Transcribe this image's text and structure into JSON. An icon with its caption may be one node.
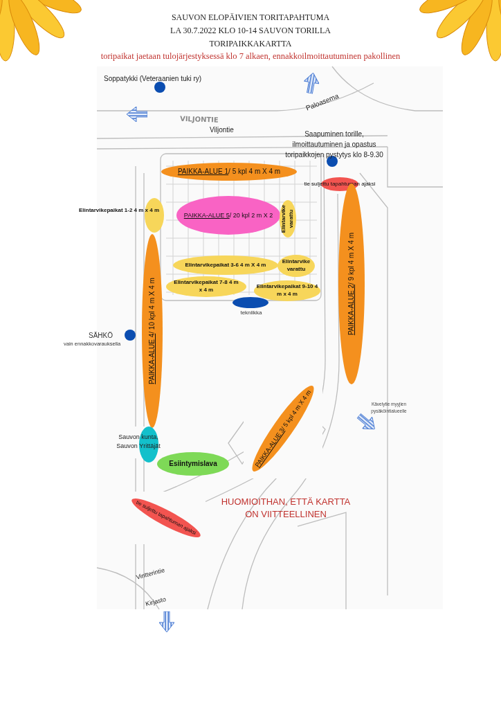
{
  "diagram": {
    "title": "SAUVON ELOPÄIVIEN TORITAPAHTUMA",
    "nodes": [
      {
        "text": [],
        "shape": "circle",
        "beside": [
          "Soppatykki (Veteraanien tuki ry)"
        ]
      },
      {
        "text": [],
        "shape": "circle",
        "beside": [
          "Saapuminen torille, ilmoittautuminen ja opastus toripaikkojen pystytys klo 8-9.30"
        ]
      },
      {
        "text": [
          "PAIKKA-ALUE 1",
          "/ 5 kpl 4 m X 4 m"
        ]
      },
      {
        "text": [
          "tie suljettu tapahtuman ajaksi"
        ]
      },
      {
        "text": [],
        "shape": "ellipse",
        "beside": [
          "Elintarvikepaikat 1-2 4 m x 4 m"
        ]
      },
      {
        "text": [
          "PAIKKA-ALUE 5",
          "/ 20 kpl 2 m X 2"
        ]
      },
      {
        "text": [
          "Elintarvike varattu"
        ]
      },
      {
        "text": [
          "PAIKKA-ALUE 2",
          "/ 9 kpl 4 m X 4 m"
        ]
      },
      {
        "text": [
          "Elintarvikepaikat 3-6 4 m X 4 m"
        ]
      },
      {
        "text": [
          "Elintarvike varattu"
        ]
      },
      {
        "text": [
          "Elintarvikepaikat 7-8 4 m x 4 m"
        ]
      },
      {
        "text": [
          "Elintarvikepaikat 9-10 4 m x 4 m"
        ]
      },
      {
        "text": [],
        "shape": "ellipse",
        "beside": [
          "tekniikka"
        ]
      },
      {
        "text": [
          "PAIKKA-ALUE 4",
          "/ 10 kpl 4 m X 4 m"
        ]
      },
      {
        "text": [],
        "shape": "circle",
        "beside": [
          "SÄHKÖ",
          "vain ennakkovarauksella"
        ]
      },
      {
        "text": [
          "PAIKKA-ALUE 3",
          "/ 5 kpl 4 m X 4 m"
        ]
      },
      {
        "text": [],
        "shape": "ellipse",
        "beside": [
          "Sauvon kunta, Sauvon Yrittäjät"
        ]
      },
      {
        "text": [
          "Esiintymislava"
        ]
      },
      {
        "text": [
          "tie suljettu tapahtuman ajaksi"
        ]
      }
    ],
    "labels": [
      "LA 30.7.2022 KLO 10-14 SAUVON TORILLA",
      "TORIPAIKKAKARTTA",
      "toripaikat jaetaan tulojärjestyksessä klo 7 alkaen, ennakkoilmoittautuminen pakollinen",
      "Paloasema",
      "VILJONTIE",
      "Viljontie",
      "Kävelytie myyjien pysäköintialueelle",
      "HUOMIOITHAN, ETTÄ KARTTA ON VIITTEELLINEN",
      "Vintterintie",
      "Kirjasto"
    ]
  }
}
